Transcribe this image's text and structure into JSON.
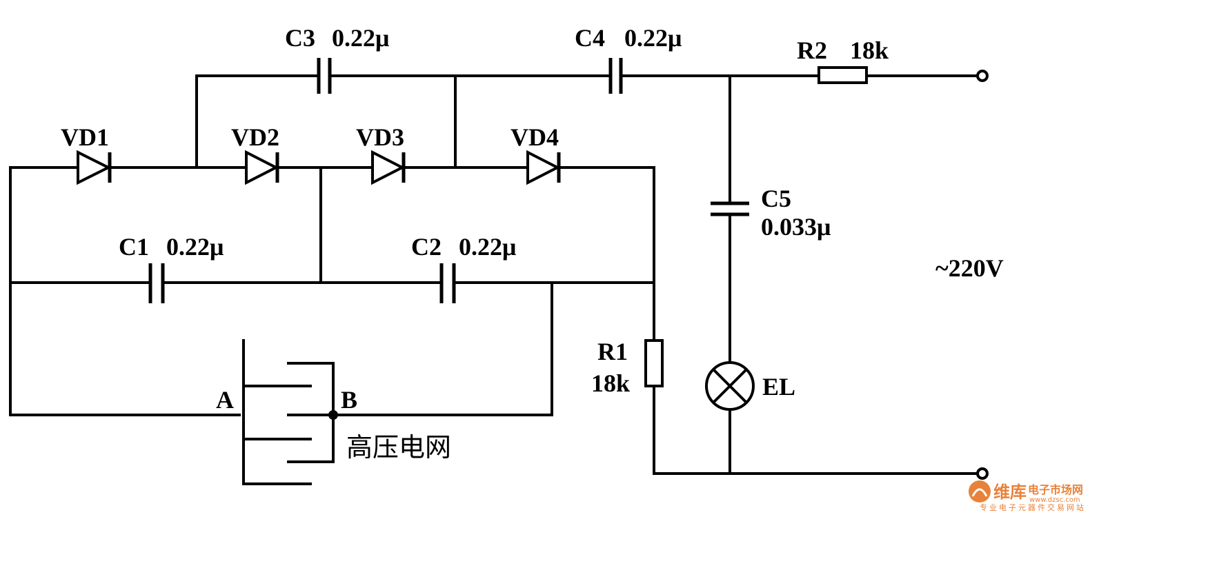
{
  "labels": {
    "c3": "C3",
    "c3_value": "0.22μ",
    "c4": "C4",
    "c4_value": "0.22μ",
    "r2": "R2",
    "r2_value": "18k",
    "vd1": "VD1",
    "vd2": "VD2",
    "vd3": "VD3",
    "vd4": "VD4",
    "c5": "C5",
    "c5_value": "0.033μ",
    "c1": "C1",
    "c1_value": "0.22μ",
    "c2": "C2",
    "c2_value": "0.22μ",
    "supply": "~220V",
    "r1": "R1",
    "r1_value": "18k",
    "el": "EL",
    "node_a": "A",
    "node_b": "B",
    "grid": "高压电网"
  },
  "watermark": {
    "brand": "维库",
    "market": "电子市场网",
    "url": "www.dzsc.com",
    "slogan": "专业电子元器件交易网站"
  },
  "colors": {
    "wire": "#000000",
    "watermark": "#e8823a"
  }
}
